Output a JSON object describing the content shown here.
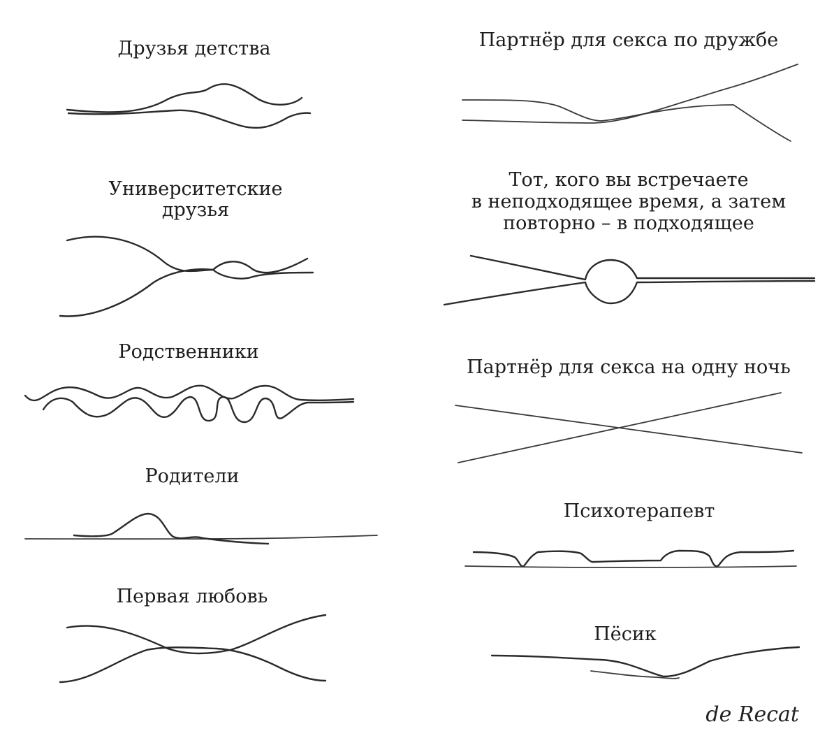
{
  "captions": {
    "childhood_friends": "Друзья детства",
    "university_friends": "Университетские\nдрузья",
    "relatives": "Родственники",
    "parents": "Родители",
    "first_love": "Первая любовь",
    "friends_with_benefits": "Партнёр для секса по дружбе",
    "wrong_time_right_time": "Тот, кого вы встречаете\nв неподходящее время, а затем\nповторно – в подходящее",
    "one_night_stand": "Партнёр для секса на одну ночь",
    "therapist": "Психотерапевт",
    "doggy": "Пёсик"
  },
  "signature": "de Recat",
  "colors": {
    "ink": "#2a2a2a",
    "background": "#ffffff"
  }
}
